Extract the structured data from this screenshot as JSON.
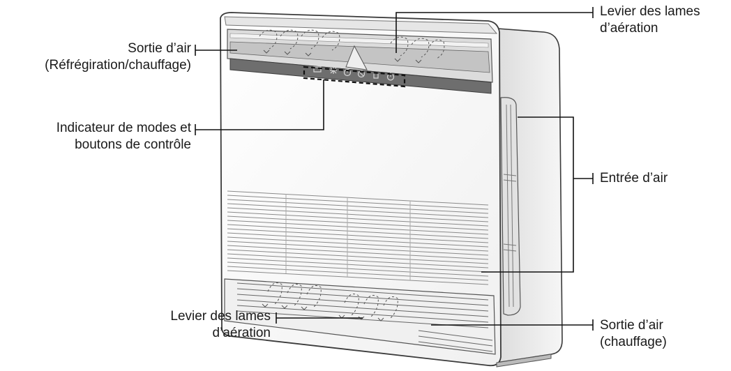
{
  "labels": {
    "air_outlet_top": {
      "line1": "Sortie d’air",
      "line2": "(Réfrégiration/chauffage)"
    },
    "mode_indicator": {
      "line1": "Indicateur de modes et",
      "line2": "boutons de contrôle"
    },
    "louver_lever_top": {
      "line1": "Levier des lames",
      "line2": "d’aération"
    },
    "air_inlet": {
      "line1": "Entrée d’air"
    },
    "louver_lever_bottom": {
      "line1": "Levier des lames",
      "line2": "d’aération"
    },
    "air_outlet_bottom": {
      "line1": "Sortie d’air",
      "line2": "(chauffage)"
    }
  },
  "colors": {
    "outline": "#3a3a3a",
    "casing": "#f3f3f3",
    "panel": "#fafafa",
    "dark_strip": "#6e6e6e",
    "leader": "#111111"
  },
  "icons": [
    "display-panel-icon",
    "snowflake-icon",
    "timer-on-icon",
    "timer-off-icon",
    "powerful-icon",
    "power-icon"
  ]
}
